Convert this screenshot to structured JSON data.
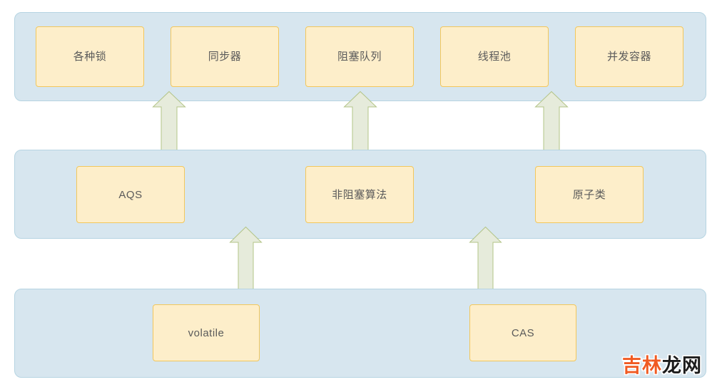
{
  "diagram": {
    "title": "Java concurrency building blocks layered diagram",
    "type": "layered-block-diagram",
    "colors": {
      "layer_fill": "#d7e6ef",
      "layer_border": "#b6d4e2",
      "node_fill": "#fdeeca",
      "node_border": "#f2c75c",
      "node_text": "#5a5a5a",
      "arrow_fill": "#e6ebdb",
      "arrow_border": "#b3c487",
      "canvas_background": "#ffffff"
    },
    "layers": [
      {
        "id": "layer-top",
        "name": "top-layer",
        "nodes": [
          {
            "label": "各种锁"
          },
          {
            "label": "同步器"
          },
          {
            "label": "阻塞队列"
          },
          {
            "label": "线程池"
          },
          {
            "label": "并发容器"
          }
        ]
      },
      {
        "id": "layer-middle",
        "name": "middle-layer",
        "nodes": [
          {
            "label": "AQS"
          },
          {
            "label": "非阻塞算法"
          },
          {
            "label": "原子类"
          }
        ]
      },
      {
        "id": "layer-bottom",
        "name": "bottom-layer",
        "nodes": [
          {
            "label": "volatile"
          },
          {
            "label": "CAS"
          }
        ]
      }
    ],
    "arrows": [
      {
        "id": "arrow-1",
        "direction": "up",
        "from": "middle-layer",
        "to": "top-layer"
      },
      {
        "id": "arrow-2",
        "direction": "up",
        "from": "middle-layer",
        "to": "top-layer"
      },
      {
        "id": "arrow-3",
        "direction": "up",
        "from": "middle-layer",
        "to": "top-layer"
      },
      {
        "id": "arrow-4",
        "direction": "up",
        "from": "bottom-layer",
        "to": "middle-layer"
      },
      {
        "id": "arrow-5",
        "direction": "up",
        "from": "bottom-layer",
        "to": "middle-layer"
      }
    ]
  },
  "watermark": {
    "part_one": "吉林",
    "part_two": "龙网"
  }
}
